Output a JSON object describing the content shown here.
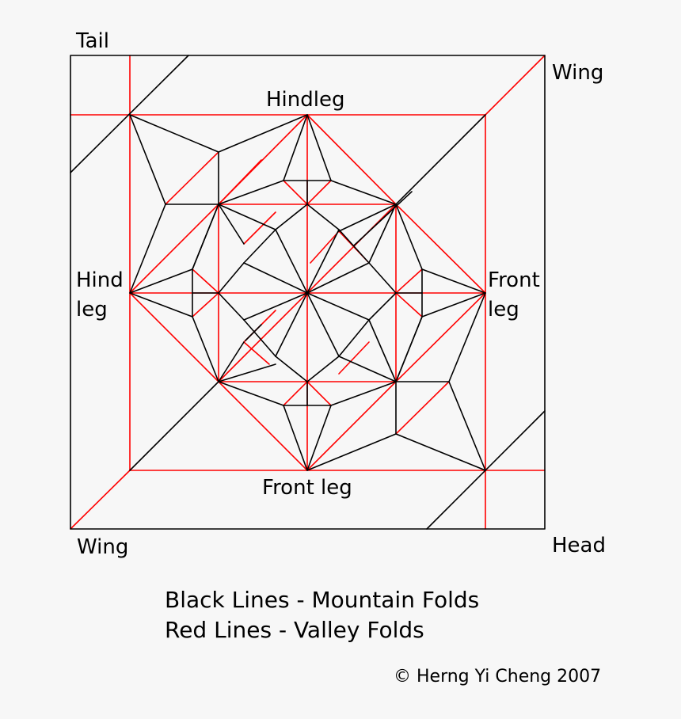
{
  "diagram": {
    "type": "origami crease pattern",
    "colors": {
      "background": "#f7f7f7",
      "mountain": "#000000",
      "valley": "#ff0000"
    },
    "labels": {
      "tail": "Tail",
      "wing_top_right": "Wing",
      "hindleg_top": "Hindleg",
      "hindleg_left_line1": "Hind",
      "hindleg_left_line2": "leg",
      "frontleg_right_line1": "Front",
      "frontleg_right_line2": "leg",
      "frontleg_bottom": "Front leg",
      "wing_bottom_left": "Wing",
      "head": "Head"
    }
  },
  "legend": {
    "mountain": "Black Lines - Mountain Folds",
    "valley": "Red Lines - Valley Folds"
  },
  "credit": "© Herng Yi Cheng 2007"
}
